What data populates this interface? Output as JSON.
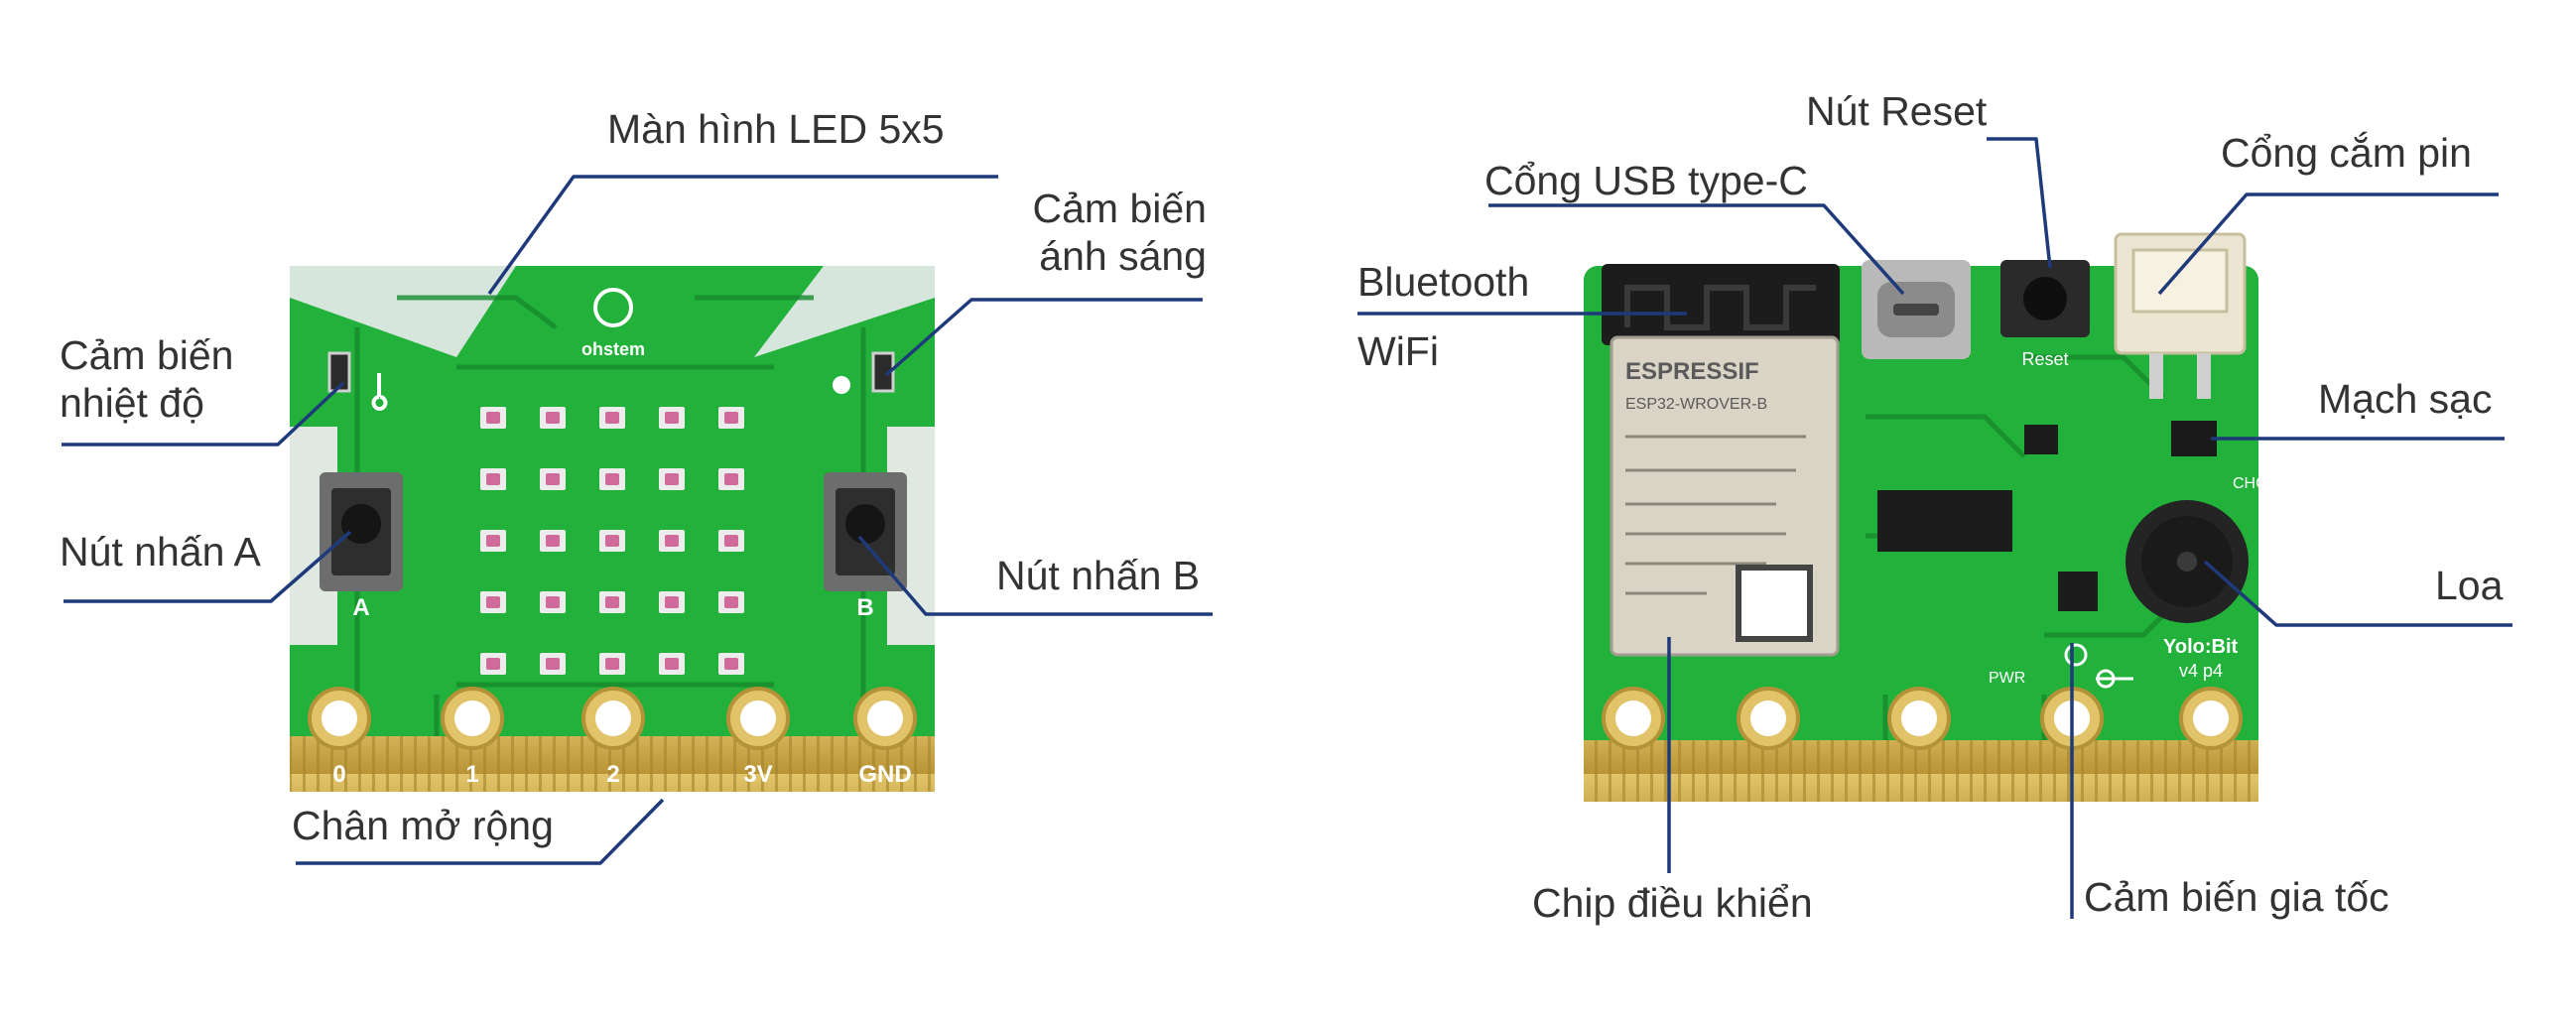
{
  "colors": {
    "pcb_green": "#22b13a",
    "pcb_dark": "#168a2c",
    "gold": "#c9a84a",
    "leader_line": "#1f3a7a",
    "label_text": "#333333"
  },
  "front_board": {
    "logo_text": "ohstem",
    "pad_labels": [
      "0",
      "1",
      "2",
      "3V",
      "GND"
    ],
    "button_a_letter": "A",
    "button_b_letter": "B",
    "led_grid": {
      "rows": 5,
      "cols": 5
    },
    "labels": {
      "led_screen": "Màn hình LED 5x5",
      "light_sensor_line1": "Cảm biến",
      "light_sensor_line2": "ánh sáng",
      "temp_sensor_line1": "Cảm biến",
      "temp_sensor_line2": "nhiệt độ",
      "button_a": "Nút nhấn A",
      "button_b": "Nút nhấn B",
      "expansion_pins": "Chân mở rộng"
    }
  },
  "back_board": {
    "module_brand": "ESPRESSIF",
    "module_model": "ESP32-WROVER-B",
    "reset_silk": "Reset",
    "board_name_line1": "Yolo:Bit",
    "board_name_line2": "v4 p4",
    "pwr_silk": "PWR",
    "chg_silk": "CHG",
    "labels": {
      "reset_button": "Nút Reset",
      "usb_port": "Cổng USB type-C",
      "battery_port": "Cổng cắm pin",
      "bluetooth": "Bluetooth",
      "wifi": "WiFi",
      "charging_circuit": "Mạch sạc",
      "speaker": "Loa",
      "controller_chip": "Chip điều khiển",
      "accelerometer": "Cảm biến gia tốc"
    }
  }
}
